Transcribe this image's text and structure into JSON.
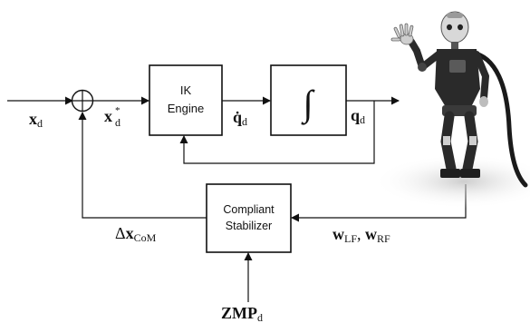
{
  "blocks": {
    "ik_engine": {
      "line1": "IK",
      "line2": "Engine"
    },
    "integrator": {
      "symbol": "∫"
    },
    "stabilizer": {
      "line1": "Compliant",
      "line2": "Stabilizer"
    }
  },
  "signals": {
    "x_d": {
      "main": "x",
      "sub": "d"
    },
    "x_d_star": {
      "main": "x",
      "sub": "d",
      "sup": "*"
    },
    "qdot_d": {
      "main": "q̇",
      "sub": "d"
    },
    "q_d": {
      "main": "q",
      "sub": "d"
    },
    "delta_x_com": {
      "prefix": "Δ",
      "main": "x",
      "sub": "CoM"
    },
    "w_feet": {
      "main1": "w",
      "sub1": "LF",
      "sep": ", ",
      "main2": "w",
      "sub2": "RF"
    },
    "zmp_d": {
      "main": "ZMP",
      "sub": "d"
    }
  },
  "colors": {
    "line": "#111111",
    "robot_dark": "#2a2a2a",
    "robot_light": "#d8d8d8"
  }
}
